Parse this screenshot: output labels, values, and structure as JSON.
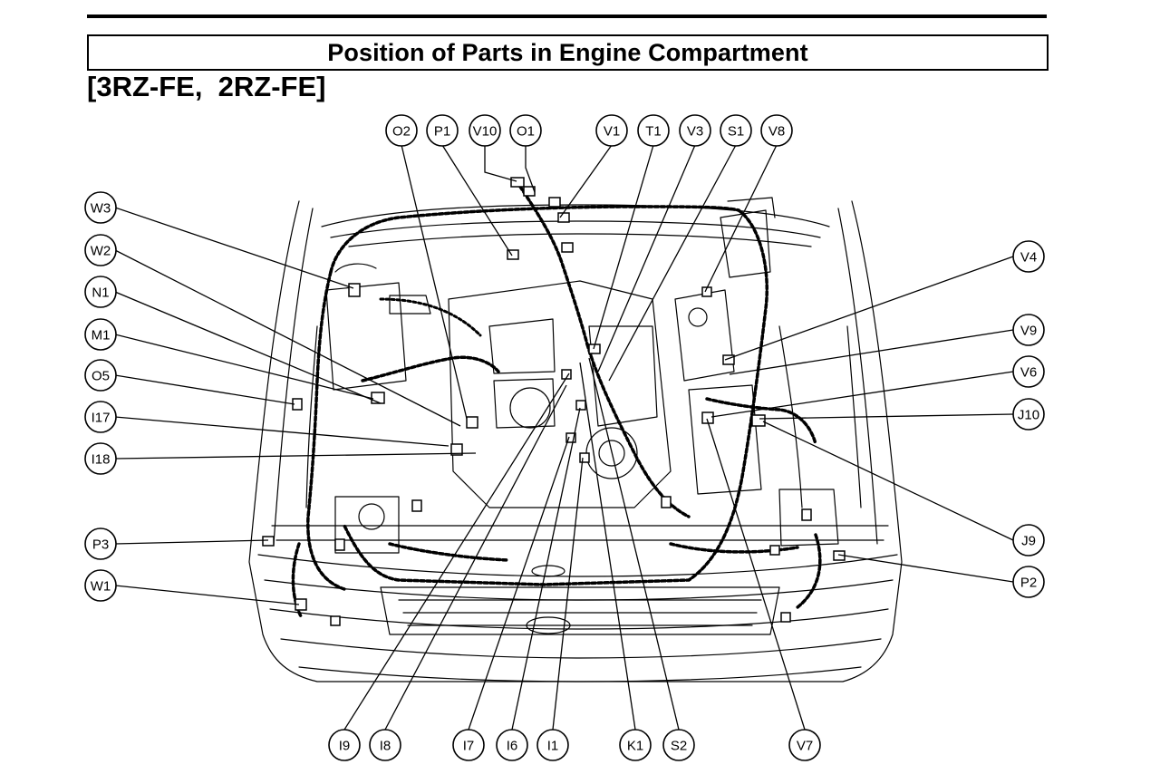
{
  "header": {
    "title": "Position of Parts in Engine Compartment",
    "engine_label": "[3RZ-FE,  2RZ-FE]"
  },
  "callouts": [
    {
      "id": "O2"
    },
    {
      "id": "P1"
    },
    {
      "id": "V10"
    },
    {
      "id": "O1"
    },
    {
      "id": "V1"
    },
    {
      "id": "T1"
    },
    {
      "id": "V3"
    },
    {
      "id": "S1"
    },
    {
      "id": "V8"
    },
    {
      "id": "W3"
    },
    {
      "id": "W2"
    },
    {
      "id": "N1"
    },
    {
      "id": "M1"
    },
    {
      "id": "O5"
    },
    {
      "id": "I17"
    },
    {
      "id": "I18"
    },
    {
      "id": "P3"
    },
    {
      "id": "W1"
    },
    {
      "id": "V4"
    },
    {
      "id": "V9"
    },
    {
      "id": "V6"
    },
    {
      "id": "J10"
    },
    {
      "id": "J9"
    },
    {
      "id": "P2"
    },
    {
      "id": "I9"
    },
    {
      "id": "I8"
    },
    {
      "id": "I7"
    },
    {
      "id": "I6"
    },
    {
      "id": "I1"
    },
    {
      "id": "K1"
    },
    {
      "id": "S2"
    },
    {
      "id": "V7"
    }
  ]
}
